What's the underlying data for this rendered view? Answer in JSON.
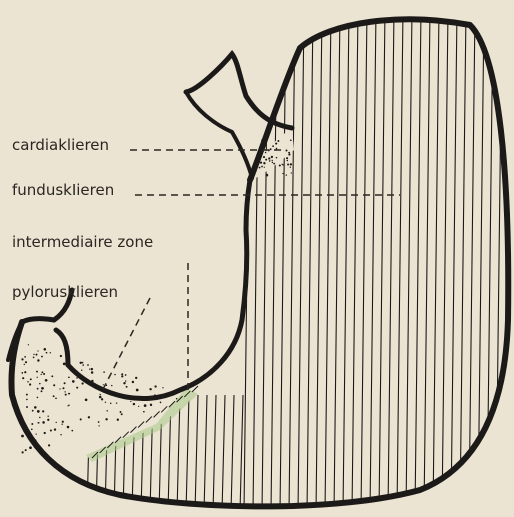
{
  "labels": {
    "cardiac": "cardiaklieren",
    "fundus": "funduskIieren",
    "intermediate": "intermediaire zone",
    "pylorus": "pylorusklieren"
  },
  "colors": {
    "paper": "#ece4d2",
    "ink": "#1c1a18",
    "zone_tint": "#a9c98a"
  }
}
